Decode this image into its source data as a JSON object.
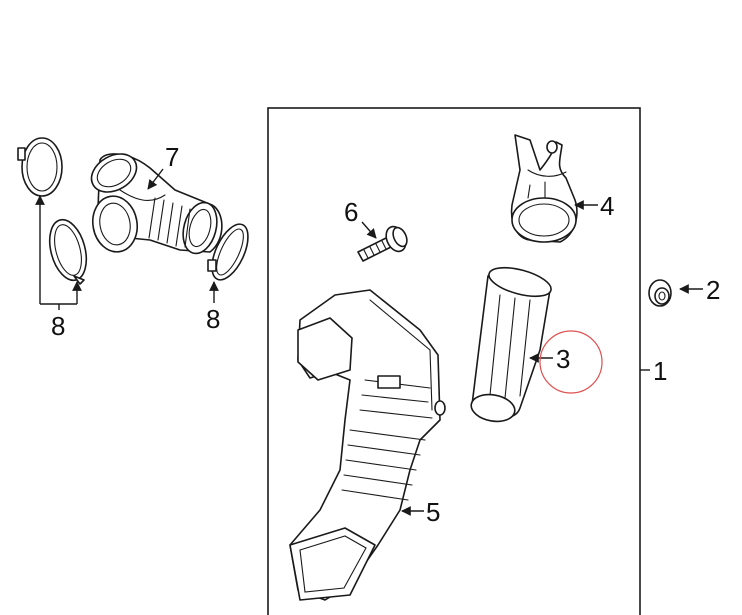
{
  "callouts": {
    "c1": "1",
    "c2": "2",
    "c3": "3",
    "c4": "4",
    "c5": "5",
    "c6": "6",
    "c7": "7",
    "c8_left": "8",
    "c8_right": "8"
  },
  "colors": {
    "line": "#1a1a1a",
    "highlight_circle": "#e05050"
  }
}
